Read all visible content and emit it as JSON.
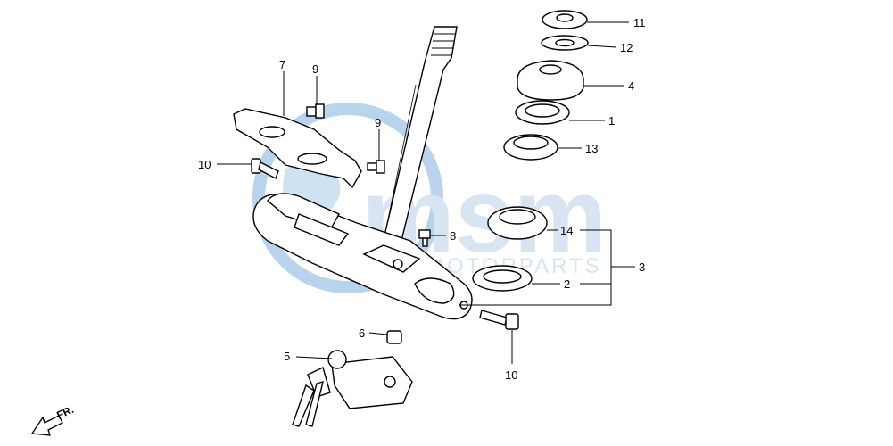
{
  "watermark": {
    "logo_text": "msm",
    "sub_text": "MOTORPARTS",
    "color": "#b9cfe6",
    "globe_color": "#7fb2e0"
  },
  "callouts": {
    "c1": "1",
    "c2": "2",
    "c3": "3",
    "c4": "4",
    "c5": "5",
    "c6": "6",
    "c7": "7",
    "c8": "8",
    "c9a": "9",
    "c9b": "9",
    "c10a": "10",
    "c10b": "10",
    "c11": "11",
    "c12": "12",
    "c13": "13",
    "c14": "14"
  },
  "direction": {
    "label": "FR."
  }
}
